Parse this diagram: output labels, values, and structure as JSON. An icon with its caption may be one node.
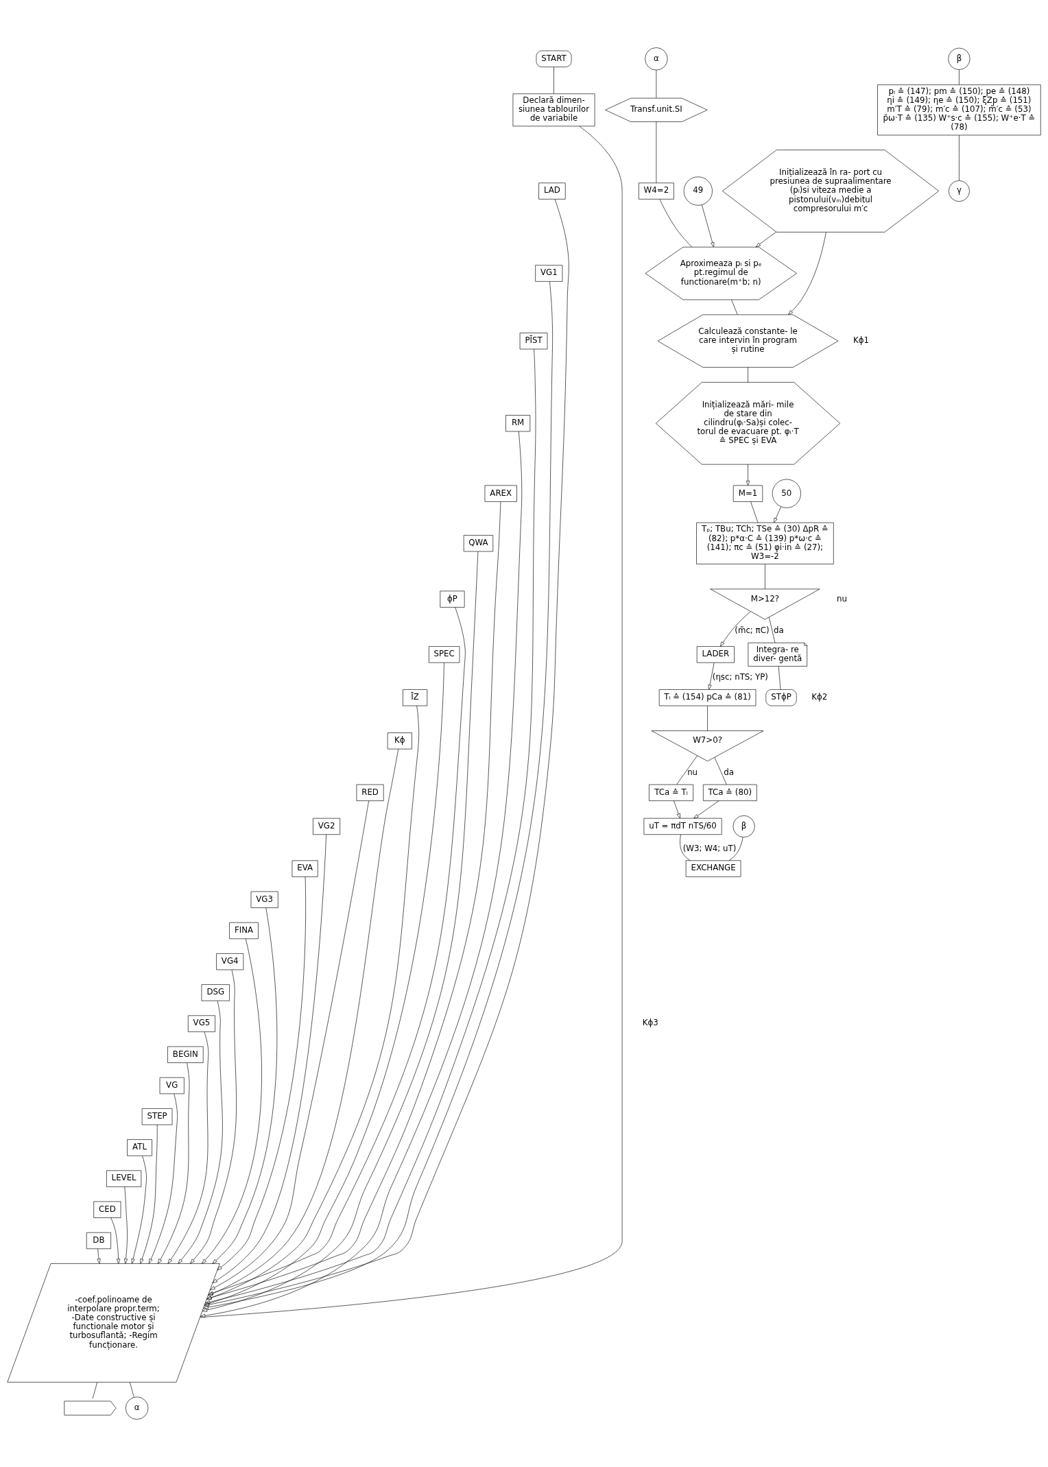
{
  "diagram": {
    "nodes": [
      {
        "text": [
          "START"
        ]
      },
      {
        "text": [
          "Declară dimen- siunea tablourilor de variabile"
        ]
      },
      {
        "text": [
          "LAD"
        ]
      },
      {
        "text": [
          "VG1"
        ]
      },
      {
        "text": [
          "PĪST"
        ]
      },
      {
        "text": [
          "RM"
        ]
      },
      {
        "text": [
          "AREX"
        ]
      },
      {
        "text": [
          "QWA"
        ]
      },
      {
        "text": [
          "ϕP"
        ]
      },
      {
        "text": [
          "SPEC"
        ]
      },
      {
        "text": [
          "ĪZ"
        ]
      },
      {
        "text": [
          "Kϕ"
        ]
      },
      {
        "text": [
          "RED"
        ]
      },
      {
        "text": [
          "VG2"
        ]
      },
      {
        "text": [
          "EVA"
        ]
      },
      {
        "text": [
          "VG3"
        ]
      },
      {
        "text": [
          "FINA"
        ]
      },
      {
        "text": [
          "VG4"
        ]
      },
      {
        "text": [
          "DSG"
        ]
      },
      {
        "text": [
          "VG5"
        ]
      },
      {
        "text": [
          "BEGIN"
        ]
      },
      {
        "text": [
          "VG"
        ]
      },
      {
        "text": [
          "STEP"
        ]
      },
      {
        "text": [
          "ATL"
        ]
      },
      {
        "text": [
          "LEVEL"
        ]
      },
      {
        "text": [
          "CED"
        ]
      },
      {
        "text": [
          "DB"
        ]
      },
      {
        "text": [
          "-coef.polinoame de interpolare propr.term; -Date constructive și functionale motor și turbosuflantă; -Regim funcționare."
        ]
      },
      {
        "text": [],
        "shape": "card"
      },
      {
        "text": [
          "α"
        ]
      },
      {
        "text": [
          "α"
        ]
      },
      {
        "text": [
          "Transf.unit.SI"
        ]
      },
      {
        "text": [
          "W4=2"
        ]
      },
      {
        "text": [
          "Aproximeaza pₗ si pₑ pt.regimul de functionare(m⁺b; n)"
        ]
      },
      {
        "text": [
          "49"
        ]
      },
      {
        "text": [
          "Inițializează în ra- port cu presiunea de supraalimentare (pₗ)si viteza medie a pistonului(vₘ)debitul compresorului m′c"
        ]
      },
      {
        "text": [
          "Calculează constante- le care intervin în program și rutine"
        ]
      },
      {
        "text": [
          "Inițializează mări- mile de stare din cilindru(φᵢ·Sa)și colec- torul de evacuare pt. φᵢ·T ≙ SPEC și EVA"
        ]
      },
      {
        "text": [
          "M=1"
        ]
      },
      {
        "text": [
          "50"
        ]
      },
      {
        "text": [
          "Tₚ; TBu; TCh; TSe ≙ (30) ΔpR ≙ (82); p*α·C ≙ (139) p*ω·c ≙ (141); πc ≙ (51) φi·in ≙ (27); W3=-2"
        ]
      },
      {
        "text": [
          "M>12?"
        ]
      },
      {
        "text": [
          "LADER"
        ]
      },
      {
        "text": [
          "Integra- re diver- gentă"
        ]
      },
      {
        "text": [
          "STϕP"
        ]
      },
      {
        "text": [
          "Tₗ ≙ (154) pCa ≙ (81)"
        ]
      },
      {
        "text": [
          "W7>0?"
        ]
      },
      {
        "text": [
          "TCa ≙ Tₗ"
        ]
      },
      {
        "text": [
          "TCa ≙ (80)"
        ]
      },
      {
        "text": [
          "uT = πdT nTS/60"
        ]
      },
      {
        "text": [
          "EXCHANGE"
        ]
      },
      {
        "text": [
          "β"
        ]
      },
      {
        "text": [
          "β"
        ]
      },
      {
        "text": [
          "pᵢ ≙ (147); pm ≙ (150); pe ≙ (148) ηi ≙ (149); ηe ≙ (150); ξZp ≙ (151) m′T ≙ (79); m′c ≙ (107); m̃′c ≙ (53) p̄ω·T ≙ (135) W⁺s·c ≙ (155); W⁺e·T ≙ (78)"
        ]
      },
      {
        "text": [
          "γ"
        ]
      }
    ],
    "edges": [
      {
        "from": 0,
        "to": 1,
        "arrow": "none"
      },
      {
        "from": 1,
        "to": 27,
        "arrow": "none"
      },
      {
        "from": 2,
        "to": 27,
        "arrow": "to"
      },
      {
        "from": 3,
        "to": 27,
        "arrow": "to"
      },
      {
        "from": 4,
        "to": 27,
        "arrow": "to"
      },
      {
        "from": 5,
        "to": 27,
        "arrow": "to"
      },
      {
        "from": 6,
        "to": 27,
        "arrow": "to"
      },
      {
        "from": 7,
        "to": 27,
        "arrow": "to"
      },
      {
        "from": 8,
        "to": 27,
        "arrow": "to"
      },
      {
        "from": 9,
        "to": 27,
        "arrow": "to"
      },
      {
        "from": 10,
        "to": 27,
        "arrow": "to"
      },
      {
        "from": 11,
        "to": 27,
        "arrow": "to"
      },
      {
        "from": 12,
        "to": 27,
        "arrow": "to"
      },
      {
        "from": 13,
        "to": 27,
        "arrow": "to"
      },
      {
        "from": 14,
        "to": 27,
        "arrow": "to"
      },
      {
        "from": 15,
        "to": 27,
        "arrow": "to"
      },
      {
        "from": 16,
        "to": 27,
        "arrow": "to"
      },
      {
        "from": 17,
        "to": 27,
        "arrow": "to"
      },
      {
        "from": 18,
        "to": 27,
        "arrow": "to"
      },
      {
        "from": 19,
        "to": 27,
        "arrow": "to"
      },
      {
        "from": 20,
        "to": 27,
        "arrow": "to"
      },
      {
        "from": 21,
        "to": 27,
        "arrow": "to"
      },
      {
        "from": 22,
        "to": 27,
        "arrow": "to"
      },
      {
        "from": 23,
        "to": 27,
        "arrow": "to"
      },
      {
        "from": 24,
        "to": 27,
        "arrow": "to"
      },
      {
        "from": 25,
        "to": 27,
        "arrow": "to"
      },
      {
        "from": 26,
        "to": 27,
        "arrow": "to"
      },
      {
        "from": 27,
        "to": 28,
        "arrow": "none"
      },
      {
        "from": 27,
        "to": 29,
        "arrow": "none"
      },
      {
        "from": 30,
        "to": 31,
        "arrow": "none"
      },
      {
        "from": 31,
        "to": 32,
        "arrow": "none"
      },
      {
        "from": 32,
        "to": 33,
        "arrow": "none"
      },
      {
        "from": 34,
        "to": 33,
        "arrow": "to"
      },
      {
        "from": 35,
        "to": 33,
        "arrow": "to"
      },
      {
        "from": 33,
        "to": 36,
        "arrow": "none"
      },
      {
        "from": 35,
        "to": 36,
        "arrow": "to"
      },
      {
        "from": 36,
        "to": 37,
        "arrow": "none"
      },
      {
        "from": 37,
        "to": 38,
        "arrow": "to"
      },
      {
        "from": 38,
        "to": 40,
        "arrow": "none"
      },
      {
        "from": 39,
        "to": 40,
        "arrow": "to"
      },
      {
        "from": 40,
        "to": 41,
        "arrow": "none"
      },
      {
        "from": 41,
        "to": 42,
        "arrow": "to",
        "label": "(m̃c; πC)"
      },
      {
        "from": 41,
        "to": 43,
        "arrow": "none",
        "label": "da"
      },
      {
        "from": 43,
        "to": 44,
        "arrow": "none"
      },
      {
        "from": 42,
        "to": 45,
        "arrow": "to",
        "label": "(ηsc; nTS; YP)"
      },
      {
        "from": 45,
        "to": 46,
        "arrow": "none"
      },
      {
        "from": 46,
        "to": 47,
        "arrow": "none",
        "label": "nu"
      },
      {
        "from": 46,
        "to": 48,
        "arrow": "none",
        "label": "da"
      },
      {
        "from": 47,
        "to": 49,
        "arrow": "to"
      },
      {
        "from": 48,
        "to": 49,
        "arrow": "to"
      },
      {
        "from": 49,
        "to": 50,
        "arrow": "none",
        "label": "(W3; W4; uT)"
      },
      {
        "from": 51,
        "to": 50,
        "arrow": "none"
      },
      {
        "from": 52,
        "to": 53,
        "arrow": "none"
      },
      {
        "from": 53,
        "to": 54,
        "arrow": "none"
      }
    ],
    "labels": [
      "Kϕ1",
      "Kϕ2",
      "Kϕ3",
      "nu"
    ]
  }
}
